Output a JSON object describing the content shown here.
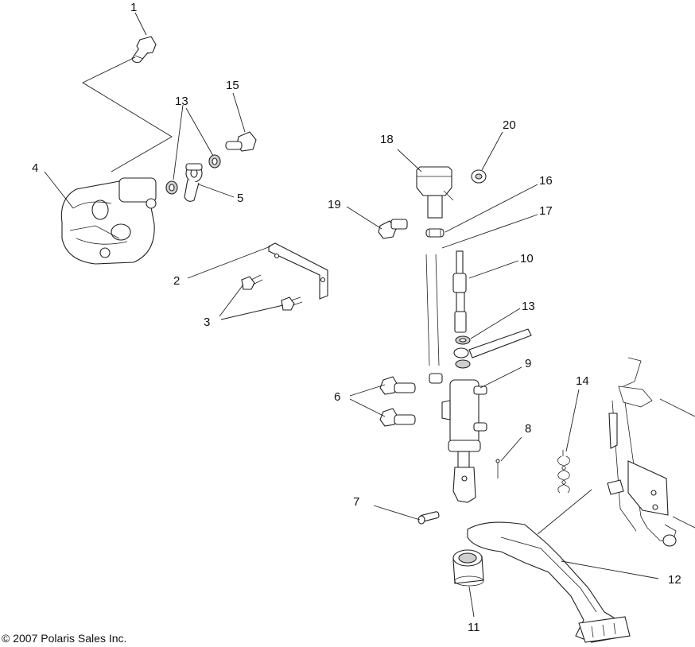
{
  "callouts": [
    {
      "key": "c1",
      "label": "1"
    },
    {
      "key": "c2",
      "label": "2"
    },
    {
      "key": "c3",
      "label": "3"
    },
    {
      "key": "c4",
      "label": "4"
    },
    {
      "key": "c5",
      "label": "5"
    },
    {
      "key": "c6",
      "label": "6"
    },
    {
      "key": "c7",
      "label": "7"
    },
    {
      "key": "c8",
      "label": "8"
    },
    {
      "key": "c9",
      "label": "9"
    },
    {
      "key": "c10",
      "label": "10"
    },
    {
      "key": "c11",
      "label": "11"
    },
    {
      "key": "c12",
      "label": "12"
    },
    {
      "key": "c13a",
      "label": "13"
    },
    {
      "key": "c13b",
      "label": "13"
    },
    {
      "key": "c14",
      "label": "14"
    },
    {
      "key": "c15",
      "label": "15"
    },
    {
      "key": "c16",
      "label": "16"
    },
    {
      "key": "c17",
      "label": "17"
    },
    {
      "key": "c18",
      "label": "18"
    },
    {
      "key": "c19",
      "label": "19"
    },
    {
      "key": "c20",
      "label": "20"
    }
  ],
  "footer": {
    "copyright": "© 2007 Polaris Sales Inc."
  }
}
